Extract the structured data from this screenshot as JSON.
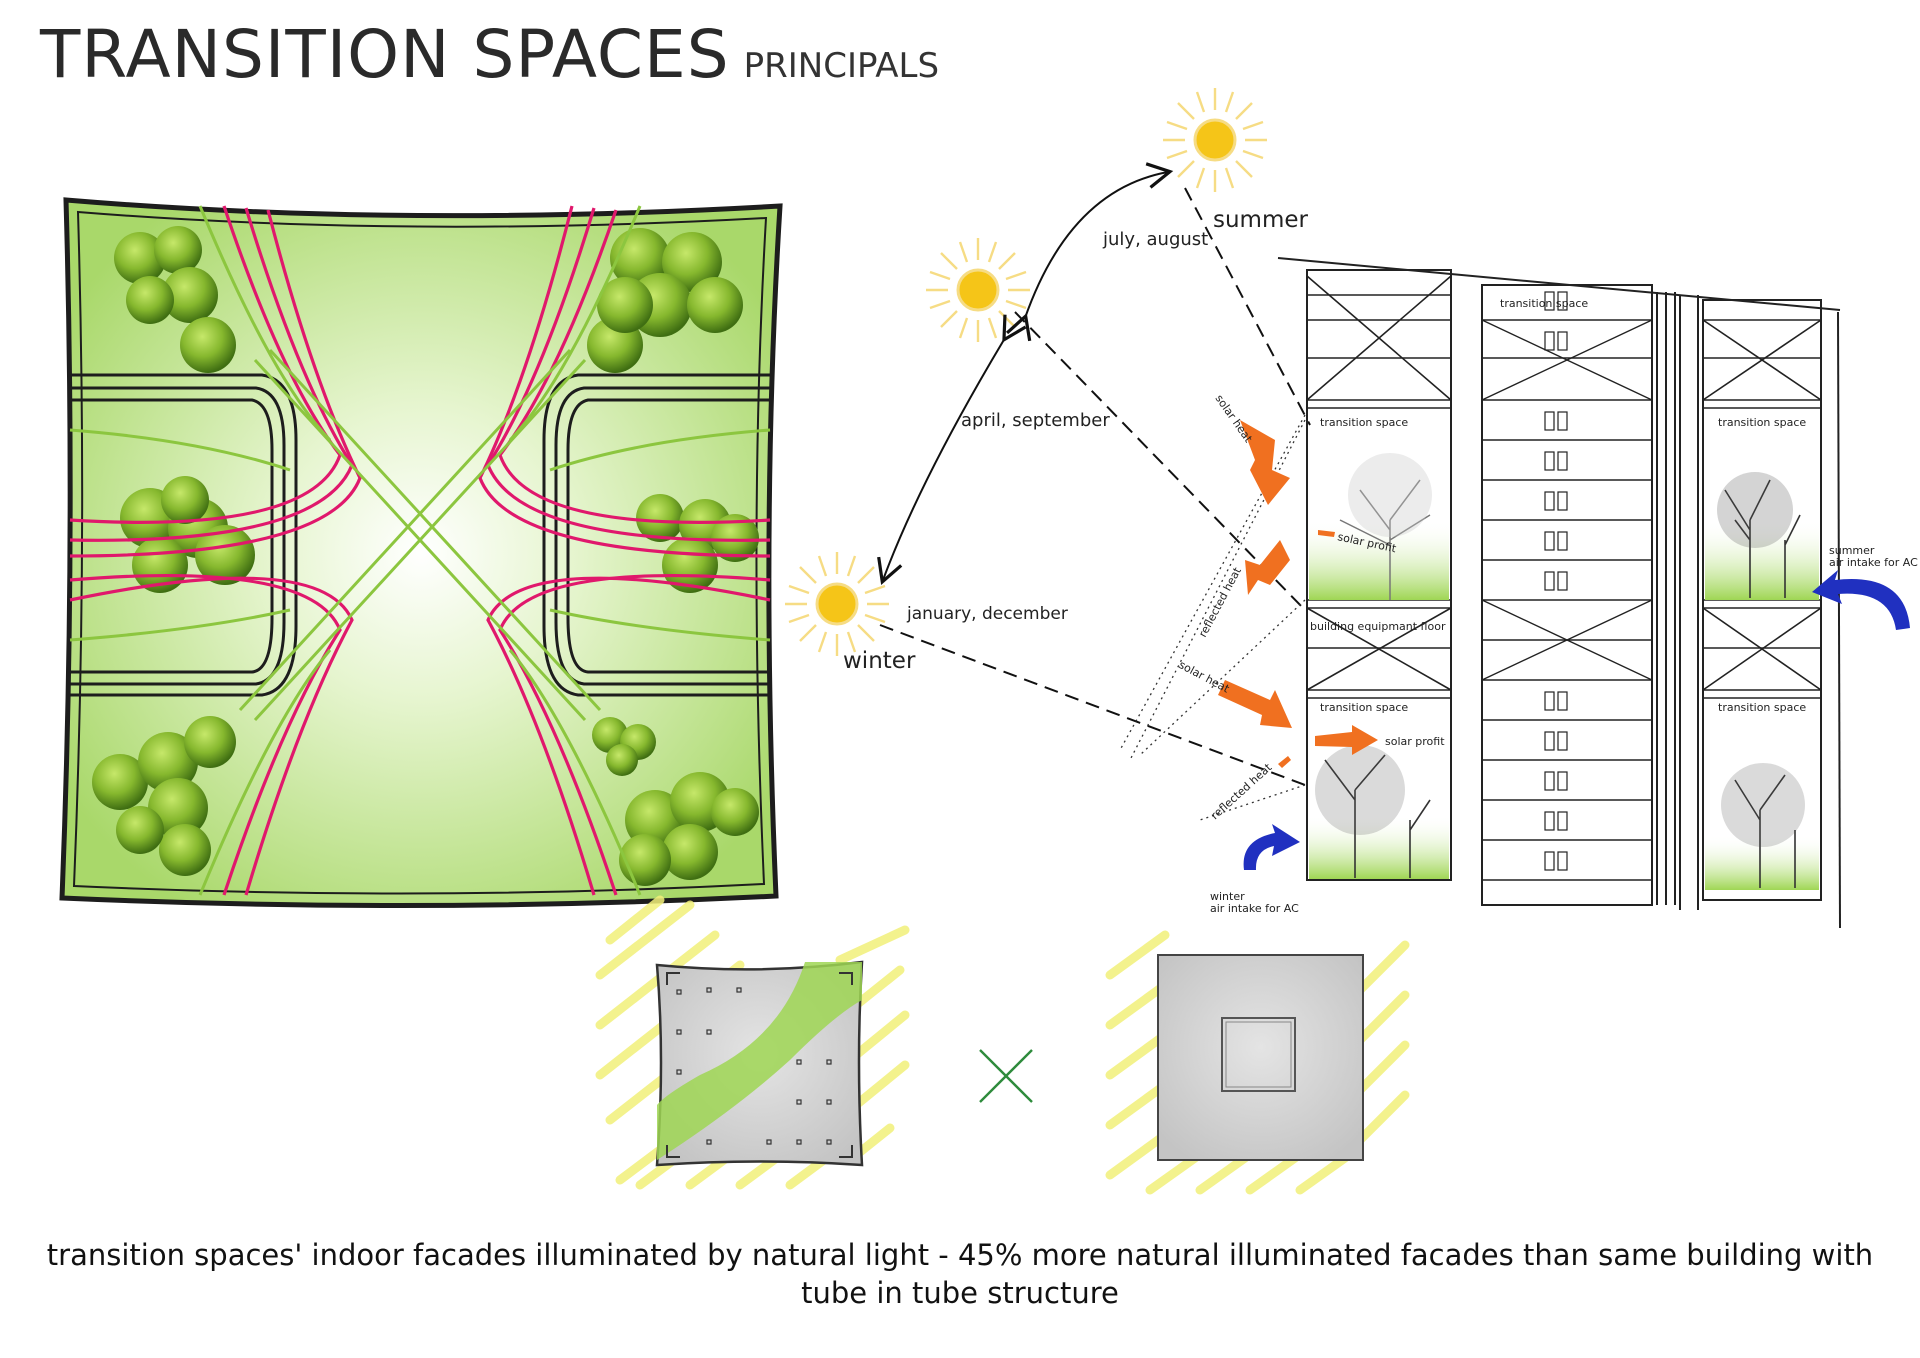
{
  "title": {
    "main": "TRANSITION SPACES",
    "sub": "PRINCIPALS"
  },
  "sun_path": {
    "summer": {
      "label": "summer",
      "period": "july, august"
    },
    "equinox": {
      "period": "april, september"
    },
    "winter": {
      "label": "winter",
      "period": "january, december"
    },
    "sun_color": "#f5c518"
  },
  "section": {
    "top_label": "transition space",
    "upper_left": "transition space",
    "upper_right": "transition space",
    "equipment_floor": "building equipmant floor",
    "lower_left": "transition space",
    "lower_right": "transition space",
    "solar_heat_upper": "solar heat",
    "solar_profit_upper": "solar profit",
    "reflected_heat_upper": "reflected heat",
    "solar_heat_lower": "solar heat",
    "solar_profit_lower": "solar profit",
    "reflected_heat_lower": "reflected heat",
    "summer_intake_1": "summer",
    "summer_intake_2": "air intake for AC",
    "winter_intake_1": "winter",
    "winter_intake_2": "air intake for AC",
    "arrow_color": "#f07020",
    "intake_color": "#2030c0"
  },
  "caption": "transition spaces' indoor facades illuminated by natural light - 45% more natural illuminated facades than same building with tube in tube structure",
  "colors": {
    "plan_green": "#b8e07a",
    "pink": "#e0186c",
    "lime": "#8cc63f"
  },
  "icons": [
    "sun-icon",
    "tree-icon",
    "cross-icon",
    "arrow-icon"
  ]
}
